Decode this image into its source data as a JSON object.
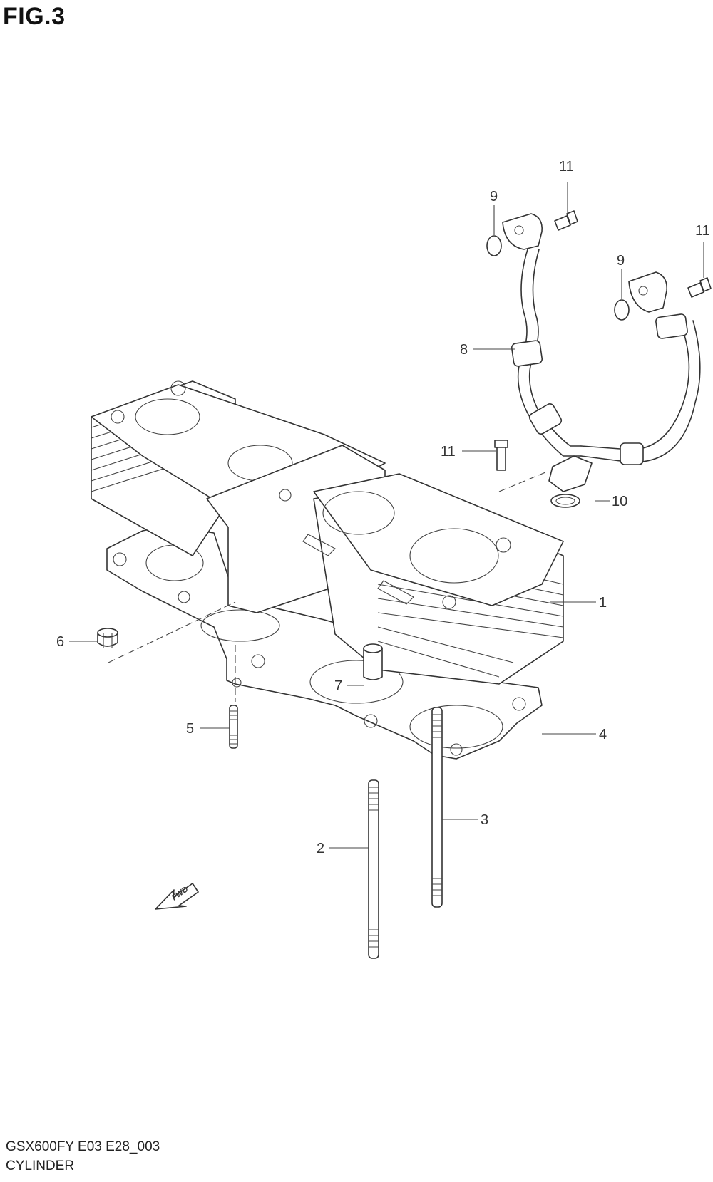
{
  "figure": {
    "title": "FIG.3"
  },
  "footer": {
    "model_code": "GSX600FY E03 E28_003",
    "section_name": "CYLINDER"
  },
  "fwd_arrow": {
    "label": "FWD"
  },
  "callouts": {
    "p1": "1",
    "p2": "2",
    "p3": "3",
    "p4": "4",
    "p5": "5",
    "p6": "6",
    "p7": "7",
    "p8": "8",
    "p9a": "9",
    "p9b": "9",
    "p10": "10",
    "p11a": "11",
    "p11b": "11",
    "p11c": "11"
  }
}
